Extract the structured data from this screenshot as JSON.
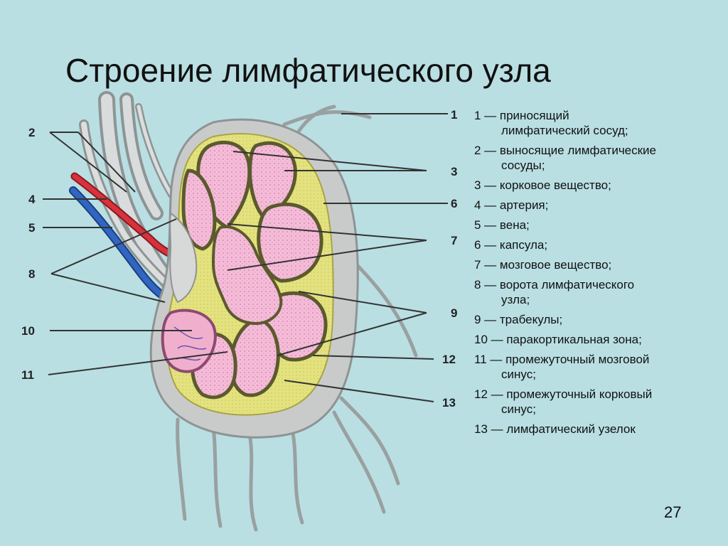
{
  "slide": {
    "title": "Строение лимфатического узла",
    "page_number": "27"
  },
  "callouts": [
    "1",
    "2",
    "3",
    "4",
    "5",
    "6",
    "7",
    "8",
    "9",
    "10",
    "11",
    "12",
    "13"
  ],
  "legend": [
    {
      "first": "1 — приносящий",
      "rest": "лимфатический сосуд;"
    },
    {
      "first": "2 — выносящие лимфатические",
      "rest": "сосуды;"
    },
    {
      "first": "3 — корковое вещество;",
      "rest": ""
    },
    {
      "first": "4 — артерия;",
      "rest": ""
    },
    {
      "first": "5 — вена;",
      "rest": ""
    },
    {
      "first": "6 — капсула;",
      "rest": ""
    },
    {
      "first": "7 — мозговое вещество;",
      "rest": ""
    },
    {
      "first": "8 — ворота лимфатического",
      "rest": "узла;"
    },
    {
      "first": "9 — трабекулы;",
      "rest": ""
    },
    {
      "first": "10 — паракортикальная зона;",
      "rest": ""
    },
    {
      "first": "11 — промежуточный мозговой",
      "rest": "синус;"
    },
    {
      "first": "12 — промежуточный корковый",
      "rest": "синус;"
    },
    {
      "first": "13 — лимфатический узелок",
      "rest": ""
    }
  ],
  "colors": {
    "background": "#b9dfe3",
    "capsule": "#c9cbcb",
    "cortex": "#e2e07a",
    "lobule": "#f3b9d6",
    "lobule_border": "#5b5a2e",
    "artery": "#d8323c",
    "vein": "#3166c0"
  }
}
